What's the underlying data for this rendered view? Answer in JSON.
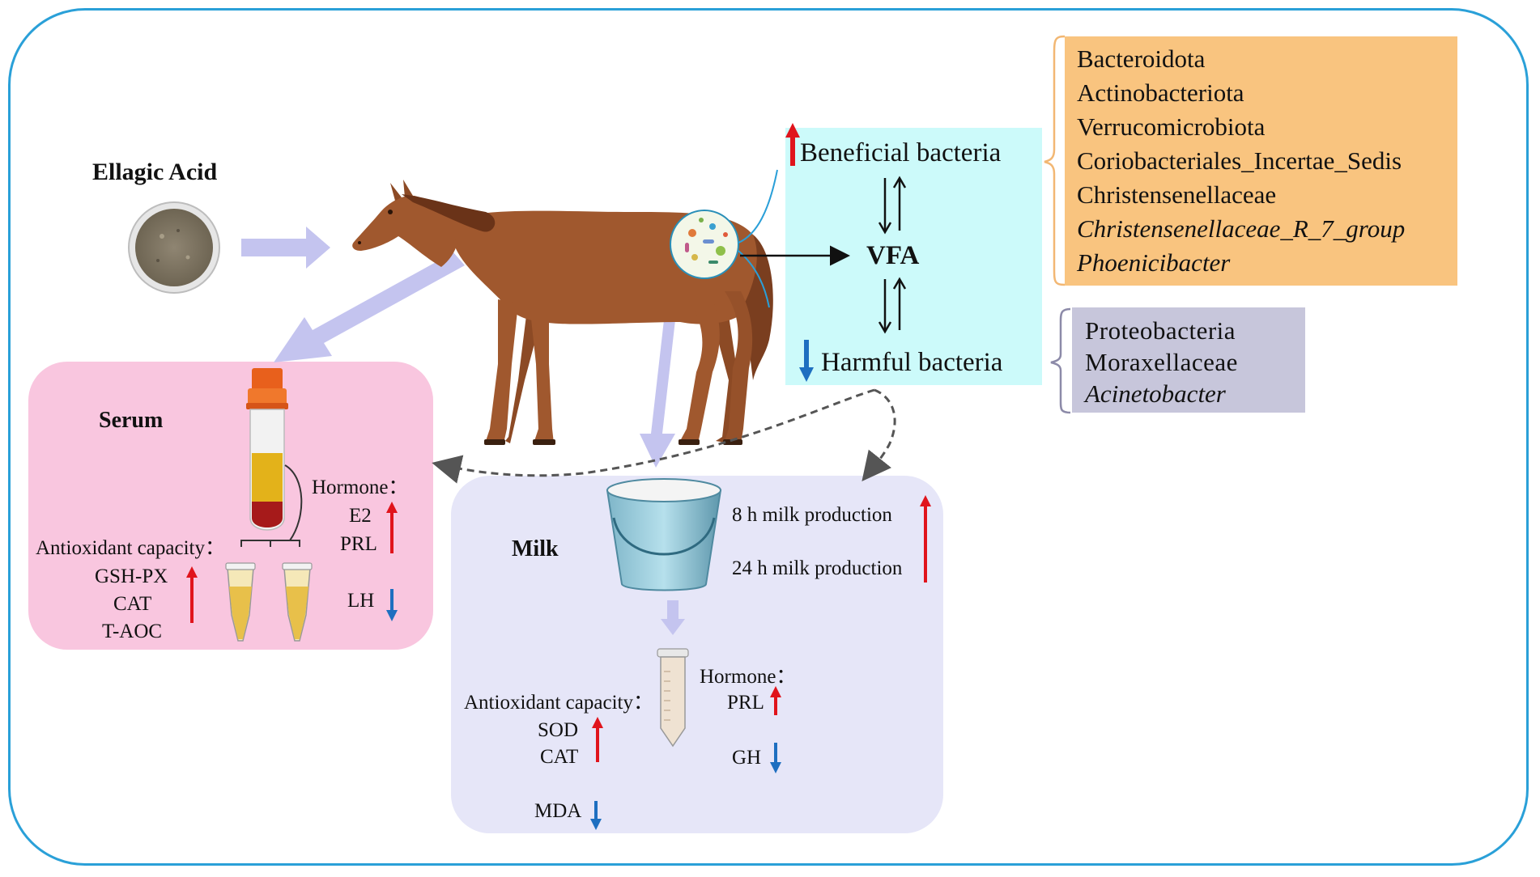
{
  "input": {
    "compound": "Ellagic Acid"
  },
  "bacteria": {
    "beneficial_label": "Beneficial bacteria",
    "metabolite": "VFA",
    "harmful_label": "Harmful bacteria",
    "beneficial_taxa": [
      {
        "name": "Bacteroidota",
        "italic": false
      },
      {
        "name": "Actinobacteriota",
        "italic": false
      },
      {
        "name": "Verrucomicrobiota",
        "italic": false
      },
      {
        "name": "Coriobacteriales_Incertae_Sedis",
        "italic": false
      },
      {
        "name": "Christensenellaceae",
        "italic": false
      },
      {
        "name": "Christensenellaceae_R_7_group",
        "italic": true
      },
      {
        "name": "Phoenicibacter",
        "italic": true
      }
    ],
    "harmful_taxa": [
      {
        "name": "Proteobacteria",
        "italic": false
      },
      {
        "name": "Moraxellaceae",
        "italic": false
      },
      {
        "name": "Acinetobacter",
        "italic": true
      }
    ]
  },
  "serum": {
    "title": "Serum",
    "hormone_label": "Hormone：",
    "hormones": [
      {
        "name": "E2",
        "direction": "up"
      },
      {
        "name": "PRL",
        "direction": "up"
      },
      {
        "name": "LH",
        "direction": "down"
      }
    ],
    "antioxidant_label": "Antioxidant capacity：",
    "antioxidants": [
      {
        "name": "GSH-PX",
        "direction": "up"
      },
      {
        "name": "CAT",
        "direction": "up"
      },
      {
        "name": "T-AOC",
        "direction": "up"
      }
    ]
  },
  "milk": {
    "title": "Milk",
    "production": [
      {
        "name": "8 h milk production",
        "direction": "up"
      },
      {
        "name": "24 h milk production",
        "direction": "up"
      }
    ],
    "hormone_label": "Hormone：",
    "hormones": [
      {
        "name": "PRL",
        "direction": "up"
      },
      {
        "name": "GH",
        "direction": "down"
      }
    ],
    "antioxidant_label": "Antioxidant capacity：",
    "antioxidants": [
      {
        "name": "SOD",
        "direction": "up"
      },
      {
        "name": "CAT",
        "direction": "up"
      }
    ],
    "oxidative_marker": {
      "name": "MDA",
      "direction": "down"
    }
  },
  "colors": {
    "frame": "#2aa0d8",
    "up_arrow": "#e0141c",
    "down_arrow": "#1e6fc0",
    "flow_arrow": "#c4c4ef",
    "serum_bg": "#f9c6df",
    "milk_bg": "#e6e6f8",
    "bacteria_bg": "#ccfafa",
    "beneficial_bg": "#f9c47f",
    "harmful_bg": "#c7c6db",
    "horse": "#a0582e"
  },
  "icons": [
    "powder-dish-icon",
    "horse-illustration",
    "gut-microbiota-icon",
    "blood-tube-icon",
    "serum-microtube-icon",
    "milk-bucket-icon",
    "milk-sample-tube-icon"
  ]
}
